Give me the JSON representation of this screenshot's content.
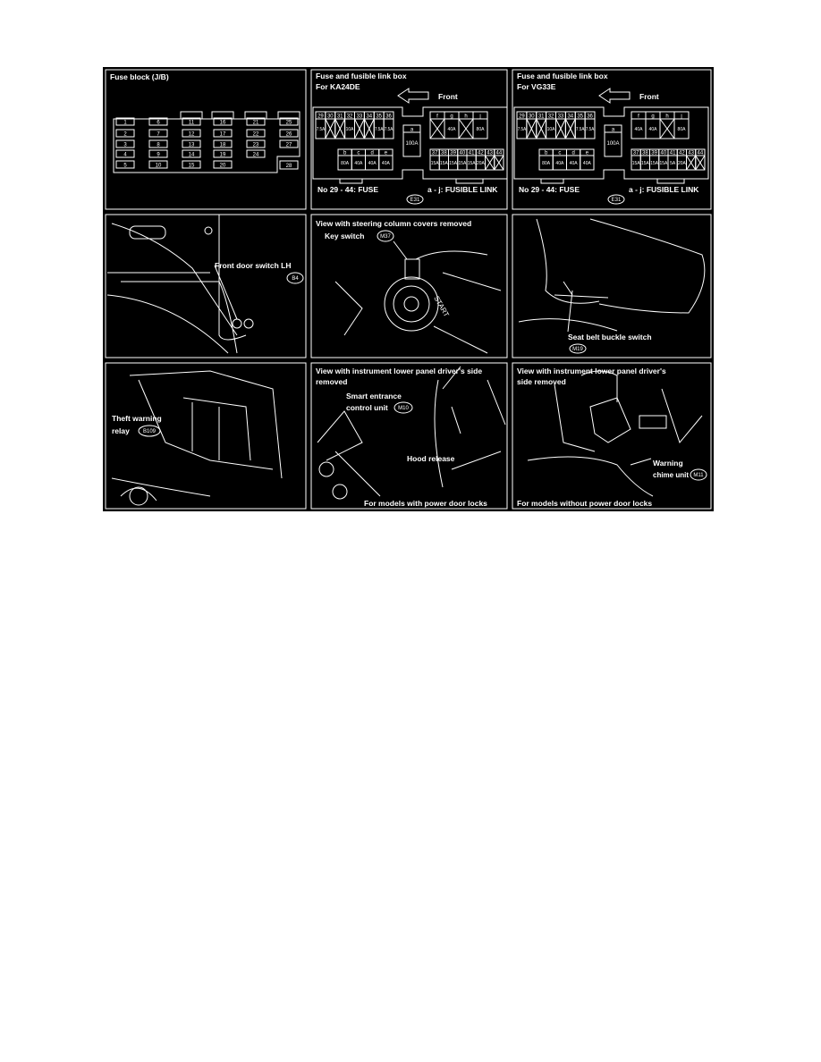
{
  "panels": {
    "fuse_block": {
      "title": "Fuse block (J/B)",
      "columns": [
        [
          "1",
          "2",
          "3",
          "4",
          "5"
        ],
        [
          "6",
          "7",
          "8",
          "9",
          "10"
        ],
        [
          "11",
          "12",
          "13",
          "14",
          "15"
        ],
        [
          "16",
          "17",
          "18",
          "19",
          "20"
        ],
        [
          "21",
          "22",
          "23",
          "24"
        ],
        [
          "25",
          "26",
          "27"
        ]
      ],
      "extra_fuse": "28"
    },
    "ka24de": {
      "title_line1": "Fuse and fusible link box",
      "title_line2": "For KA24DE",
      "front_label": "Front",
      "top_fuses": {
        "nums": [
          "29",
          "30",
          "31",
          "32",
          "33",
          "34",
          "35",
          "36"
        ],
        "vals": [
          "7.5A",
          "X",
          "X",
          "10A",
          "X",
          "X",
          "7.5A",
          "7.5A"
        ]
      },
      "fusible_a": {
        "num": "a",
        "val": "100A"
      },
      "links_fj": {
        "nums": [
          "f",
          "g",
          "h",
          "j"
        ],
        "vals": [
          "X",
          "40A",
          "X",
          "80A"
        ]
      },
      "links_be": {
        "nums": [
          "b",
          "c",
          "d",
          "e"
        ],
        "vals": [
          "80A",
          "40A",
          "40A",
          "40A"
        ]
      },
      "bottom_fuses": {
        "nums": [
          "37",
          "38",
          "39",
          "40",
          "41",
          "42",
          "43",
          "44"
        ],
        "vals": [
          "15A",
          "15A",
          "15A",
          "15A",
          "15A",
          "20A",
          "X",
          "X"
        ]
      },
      "fuse_legend": "No 29 - 44:  FUSE",
      "link_legend": "a - j:  FUSIBLE LINK",
      "connector": "E31"
    },
    "vg33e": {
      "title_line1": "Fuse and fusible link box",
      "title_line2": "For VG33E",
      "front_label": "Front",
      "top_fuses": {
        "nums": [
          "29",
          "30",
          "31",
          "32",
          "33",
          "34",
          "35",
          "36"
        ],
        "vals": [
          "7.5A",
          "X",
          "X",
          "10A",
          "X",
          "X",
          "7.5A",
          "7.5A"
        ]
      },
      "fusible_a": {
        "num": "a",
        "val": "100A"
      },
      "links_fj": {
        "nums": [
          "f",
          "g",
          "h",
          "j"
        ],
        "vals": [
          "40A",
          "40A",
          "X",
          "80A"
        ]
      },
      "links_be": {
        "nums": [
          "b",
          "c",
          "d",
          "e"
        ],
        "vals": [
          "80A",
          "40A",
          "40A",
          "40A"
        ]
      },
      "bottom_fuses": {
        "nums": [
          "37",
          "38",
          "39",
          "40",
          "41",
          "42",
          "43",
          "44"
        ],
        "vals": [
          "15A",
          "15A",
          "15A",
          "15A",
          "5A",
          "20A",
          "X",
          "X"
        ]
      },
      "fuse_legend": "No 29 - 44:  FUSE",
      "link_legend": "a - j:  FUSIBLE LINK",
      "connector": "E31"
    },
    "door_switch": {
      "label": "Front door switch LH",
      "connector": "B4"
    },
    "key_switch": {
      "title": "View with steering column covers removed",
      "label": "Key switch",
      "connector": "M37",
      "engraving": "START"
    },
    "seat_belt": {
      "label": "Seat belt buckle switch",
      "connector": "M19"
    },
    "theft_relay": {
      "label_line1": "Theft warning",
      "label_line2": "relay",
      "connector": "B109"
    },
    "smart_entrance": {
      "title_line1": "View with instrument lower panel driver's side",
      "title_line2": "removed",
      "label_line1": "Smart entrance",
      "label_line2": "control unit",
      "connector": "M10",
      "hood_label": "Hood release",
      "footer": "For models with power door locks"
    },
    "chime": {
      "title_line1": "View with instrument lower panel driver's",
      "title_line2": "side removed",
      "label_line1": "Warning",
      "label_line2": "chime unit",
      "connector": "M11",
      "footer": "For models without power door locks"
    }
  }
}
